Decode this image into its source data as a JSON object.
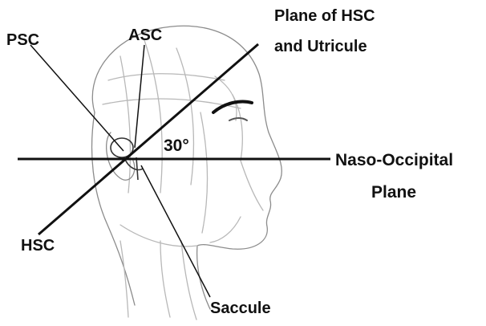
{
  "labels": {
    "psc": "PSC",
    "asc": "ASC",
    "plane_hsc_line1": "Plane of HSC",
    "plane_hsc_line2": "and  Utricule",
    "angle": "30°",
    "naso_line1": "Naso-Occipital",
    "naso_line2": "Plane",
    "hsc": "HSC",
    "saccule": "Saccule"
  },
  "colors": {
    "ink": "#111111",
    "sketch": "#8c8c8c",
    "sketch_light": "#b8b8b8",
    "background": "#ffffff"
  },
  "icons": {
    "head": "head-profile-sketch-icon",
    "ear": "inner-ear-icon"
  }
}
